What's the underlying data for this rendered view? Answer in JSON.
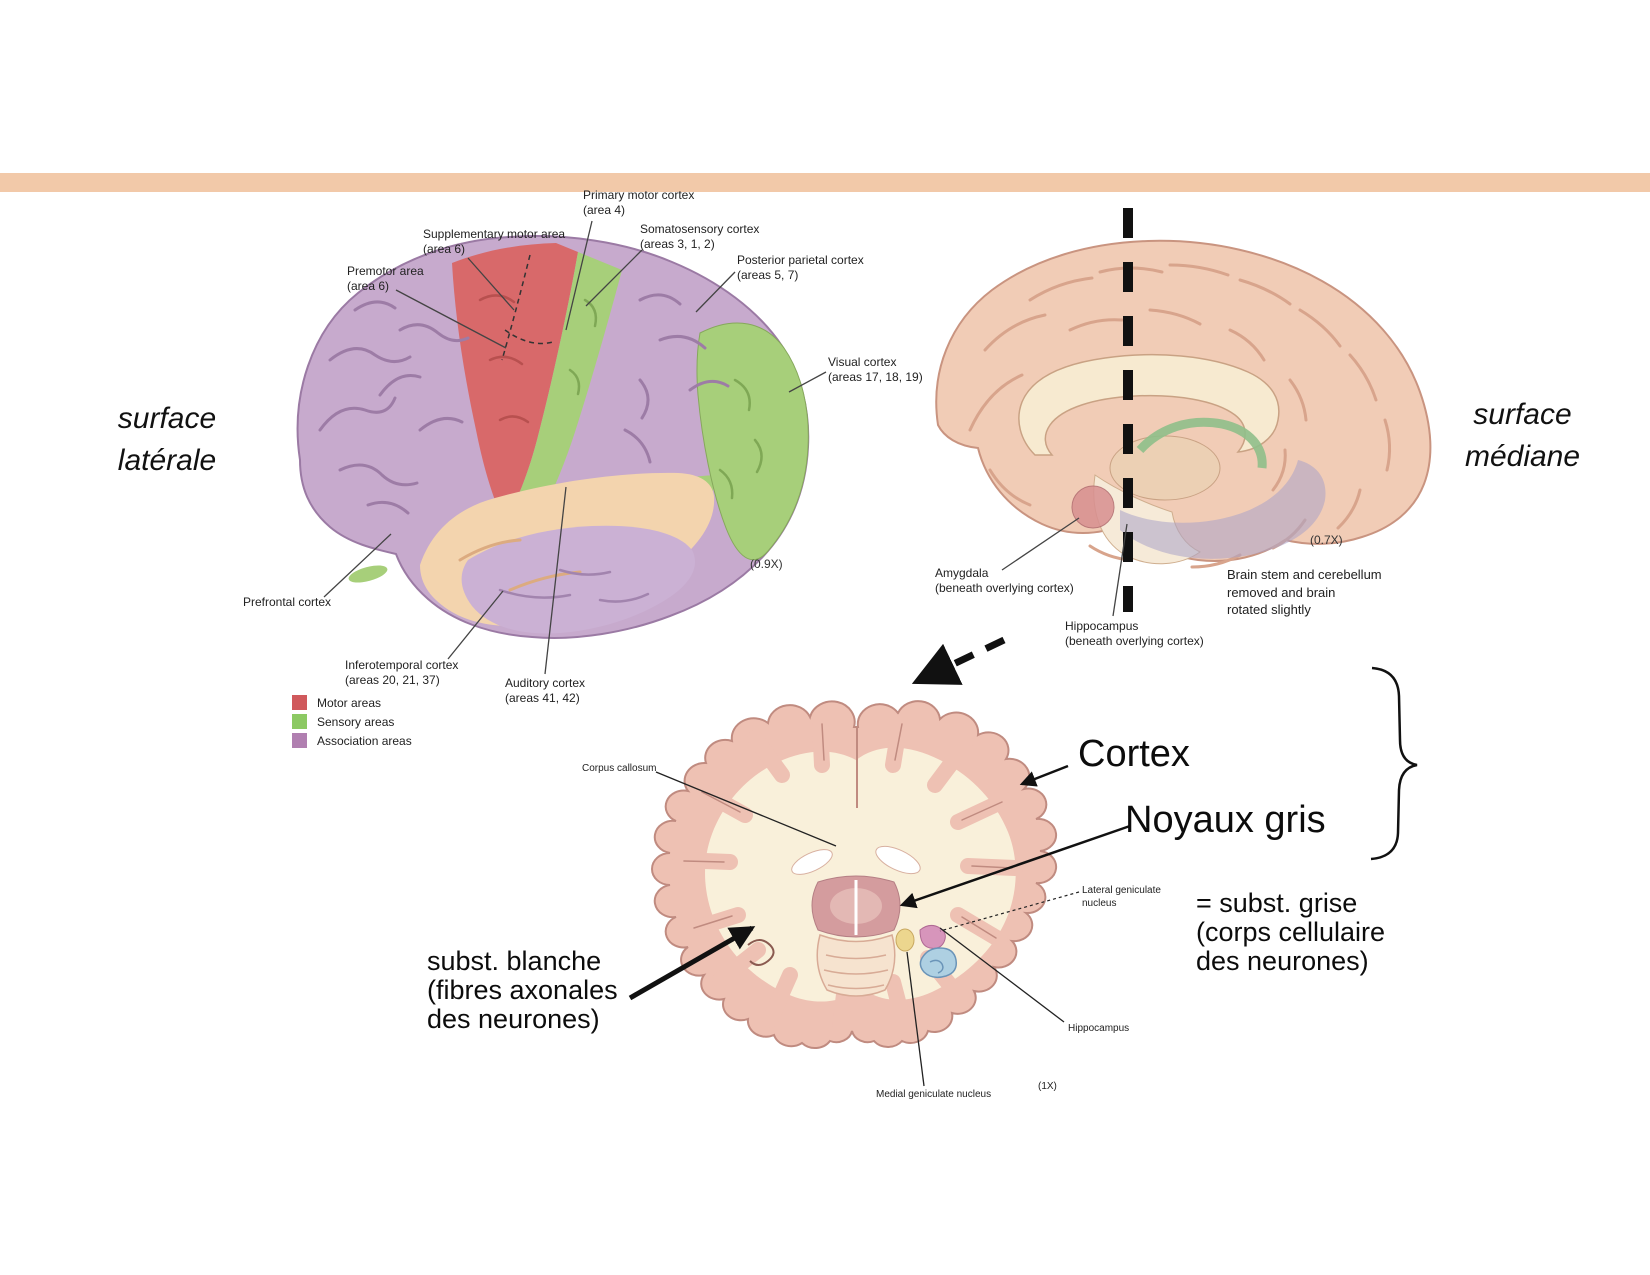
{
  "accent_bar_color": "#f2c9a9",
  "captions": {
    "lateral": "surface\nlatérale",
    "medial": "surface\nmédiane"
  },
  "lateral": {
    "labels": {
      "primary_motor": "Primary motor cortex\n(area 4)",
      "supplementary_motor": "Supplementary motor area\n(area 6)",
      "premotor": "Premotor area\n(area 6)",
      "somatosensory": "Somatosensory cortex\n(areas 3, 1, 2)",
      "posterior_parietal": "Posterior parietal cortex\n(areas 5, 7)",
      "visual": "Visual cortex\n(areas 17, 18, 19)",
      "prefrontal": "Prefrontal cortex",
      "inferotemporal": "Inferotemporal cortex\n(areas 20, 21, 37)",
      "auditory": "Auditory cortex\n(areas 41, 42)"
    },
    "scale": "(0.9X)",
    "legend": [
      {
        "label": "Motor areas",
        "color": "#d0595c"
      },
      {
        "label": "Sensory areas",
        "color": "#8cc963"
      },
      {
        "label": "Association areas",
        "color": "#b07fb0"
      }
    ]
  },
  "medial": {
    "labels": {
      "amygdala": "Amygdala\n(beneath overlying cortex)",
      "hippocampus": "Hippocampus\n(beneath overlying cortex)"
    },
    "note": "Brain stem and cerebellum\nremoved and brain\nrotated slightly",
    "scale": "(0.7X)"
  },
  "coronal": {
    "labels": {
      "corpus_callosum": "Corpus callosum",
      "lateral_geniculate": "Lateral geniculate\nnucleus",
      "hippocampus": "Hippocampus",
      "medial_geniculate": "Medial geniculate nucleus"
    },
    "scale": "(1X)"
  },
  "annotations": {
    "cortex": "Cortex",
    "noyaux_gris": "Noyaux gris",
    "substance_blanche": "subst. blanche\n(fibres axonales\ndes neurones)",
    "substance_grise": "= subst. grise\n(corps cellulaire\ndes neurones)"
  }
}
